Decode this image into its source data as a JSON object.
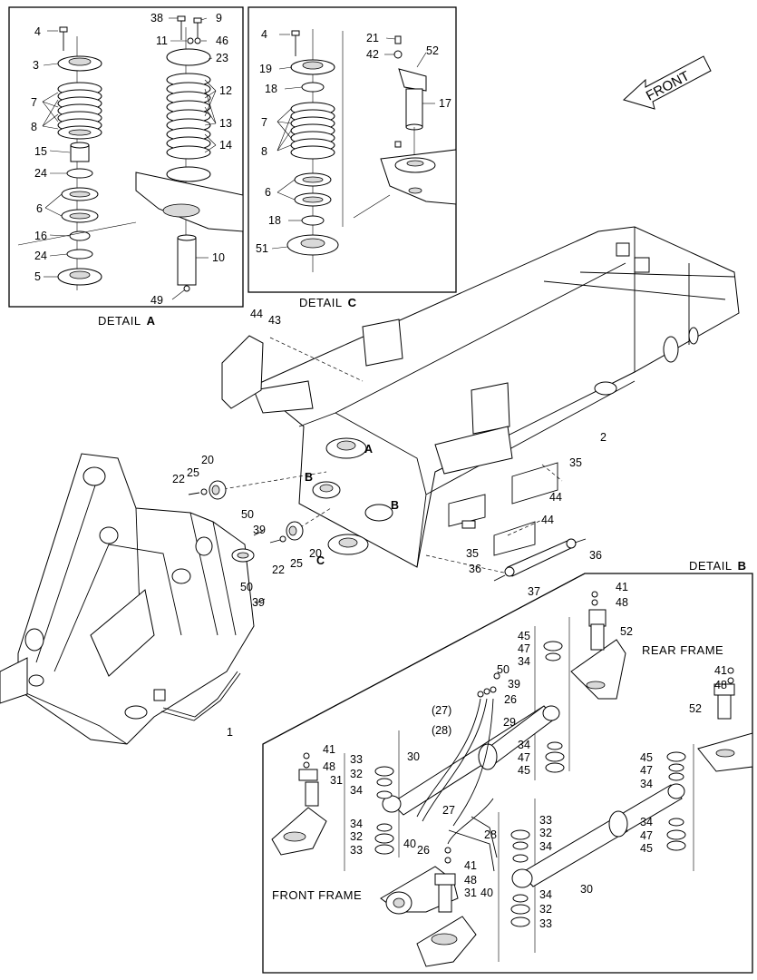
{
  "details": {
    "a": {
      "prefix": "DETAIL",
      "letter": "A"
    },
    "b": {
      "prefix": "DETAIL",
      "letter": "B"
    },
    "c": {
      "prefix": "DETAIL",
      "letter": "C"
    }
  },
  "front_arrow": "FRONT",
  "labels": {
    "rear_frame": "REAR FRAME",
    "front_frame": "FRONT FRAME"
  },
  "callouts": [
    {
      "id": "a4",
      "text": "4"
    },
    {
      "id": "a3",
      "text": "3"
    },
    {
      "id": "a7",
      "text": "7"
    },
    {
      "id": "a8",
      "text": "8"
    },
    {
      "id": "a15",
      "text": "15"
    },
    {
      "id": "a24a",
      "text": "24"
    },
    {
      "id": "a6",
      "text": "6"
    },
    {
      "id": "a16",
      "text": "16"
    },
    {
      "id": "a24b",
      "text": "24"
    },
    {
      "id": "a5",
      "text": "5"
    },
    {
      "id": "a38",
      "text": "38"
    },
    {
      "id": "a9",
      "text": "9"
    },
    {
      "id": "a11",
      "text": "11"
    },
    {
      "id": "a46",
      "text": "46"
    },
    {
      "id": "a23",
      "text": "23"
    },
    {
      "id": "a12",
      "text": "12"
    },
    {
      "id": "a13",
      "text": "13"
    },
    {
      "id": "a14",
      "text": "14"
    },
    {
      "id": "a10",
      "text": "10"
    },
    {
      "id": "a49",
      "text": "49"
    },
    {
      "id": "c4",
      "text": "4"
    },
    {
      "id": "c19",
      "text": "19"
    },
    {
      "id": "c18a",
      "text": "18"
    },
    {
      "id": "c7",
      "text": "7"
    },
    {
      "id": "c8",
      "text": "8"
    },
    {
      "id": "c6",
      "text": "6"
    },
    {
      "id": "c18b",
      "text": "18"
    },
    {
      "id": "c51",
      "text": "51"
    },
    {
      "id": "c21",
      "text": "21"
    },
    {
      "id": "c52",
      "text": "52"
    },
    {
      "id": "c42",
      "text": "42"
    },
    {
      "id": "c17",
      "text": "17"
    },
    {
      "id": "m44a",
      "text": "44"
    },
    {
      "id": "m43",
      "text": "43"
    },
    {
      "id": "m2",
      "text": "2"
    },
    {
      "id": "m20a",
      "text": "20"
    },
    {
      "id": "m22a",
      "text": "22"
    },
    {
      "id": "m25a",
      "text": "25"
    },
    {
      "id": "mA",
      "text": "A"
    },
    {
      "id": "mB1",
      "text": "B"
    },
    {
      "id": "mB2",
      "text": "B"
    },
    {
      "id": "mC",
      "text": "C"
    },
    {
      "id": "m35a",
      "text": "35"
    },
    {
      "id": "m44b",
      "text": "44"
    },
    {
      "id": "m44c",
      "text": "44"
    },
    {
      "id": "m35b",
      "text": "35"
    },
    {
      "id": "m36a",
      "text": "36"
    },
    {
      "id": "m36b",
      "text": "36"
    },
    {
      "id": "m37",
      "text": "37"
    },
    {
      "id": "m50a",
      "text": "50"
    },
    {
      "id": "m39a",
      "text": "39"
    },
    {
      "id": "m20b",
      "text": "20"
    },
    {
      "id": "m22b",
      "text": "22"
    },
    {
      "id": "m25b",
      "text": "25"
    },
    {
      "id": "m50b",
      "text": "50"
    },
    {
      "id": "m39b",
      "text": "39"
    },
    {
      "id": "m1",
      "text": "1"
    },
    {
      "id": "b41a",
      "text": "41"
    },
    {
      "id": "b48a",
      "text": "48"
    },
    {
      "id": "b52a",
      "text": "52"
    },
    {
      "id": "b45a",
      "text": "45"
    },
    {
      "id": "b47a",
      "text": "47"
    },
    {
      "id": "b34a",
      "text": "34"
    },
    {
      "id": "b50",
      "text": "50"
    },
    {
      "id": "b39",
      "text": "39"
    },
    {
      "id": "b26a",
      "text": "26"
    },
    {
      "id": "b27p",
      "text": "(27)"
    },
    {
      "id": "b28p",
      "text": "(28)"
    },
    {
      "id": "b29",
      "text": "29"
    },
    {
      "id": "b34b",
      "text": "34"
    },
    {
      "id": "b47b",
      "text": "47"
    },
    {
      "id": "b45b",
      "text": "45"
    },
    {
      "id": "b41b",
      "text": "41"
    },
    {
      "id": "b48b",
      "text": "48"
    },
    {
      "id": "b52b",
      "text": "52"
    },
    {
      "id": "b45c",
      "text": "45"
    },
    {
      "id": "b47c",
      "text": "47"
    },
    {
      "id": "b34c",
      "text": "34"
    },
    {
      "id": "b41c",
      "text": "41"
    },
    {
      "id": "b48c",
      "text": "48"
    },
    {
      "id": "b31a",
      "text": "31"
    },
    {
      "id": "b33a",
      "text": "33"
    },
    {
      "id": "b32a",
      "text": "32"
    },
    {
      "id": "b34d",
      "text": "34"
    },
    {
      "id": "b30a",
      "text": "30"
    },
    {
      "id": "b34e",
      "text": "34"
    },
    {
      "id": "b32b",
      "text": "32"
    },
    {
      "id": "b33b",
      "text": "33"
    },
    {
      "id": "b40a",
      "text": "40"
    },
    {
      "id": "b26b",
      "text": "26"
    },
    {
      "id": "b27",
      "text": "27"
    },
    {
      "id": "b28",
      "text": "28"
    },
    {
      "id": "b33c",
      "text": "33"
    },
    {
      "id": "b32c",
      "text": "32"
    },
    {
      "id": "b34f",
      "text": "34"
    },
    {
      "id": "b34g",
      "text": "34"
    },
    {
      "id": "b47d",
      "text": "47"
    },
    {
      "id": "b45d",
      "text": "45"
    },
    {
      "id": "b41d",
      "text": "41"
    },
    {
      "id": "b48d",
      "text": "48"
    },
    {
      "id": "b31b",
      "text": "31"
    },
    {
      "id": "b40b",
      "text": "40"
    },
    {
      "id": "b30b",
      "text": "30"
    },
    {
      "id": "b34h",
      "text": "34"
    },
    {
      "id": "b32d",
      "text": "32"
    },
    {
      "id": "b33d",
      "text": "33"
    }
  ]
}
